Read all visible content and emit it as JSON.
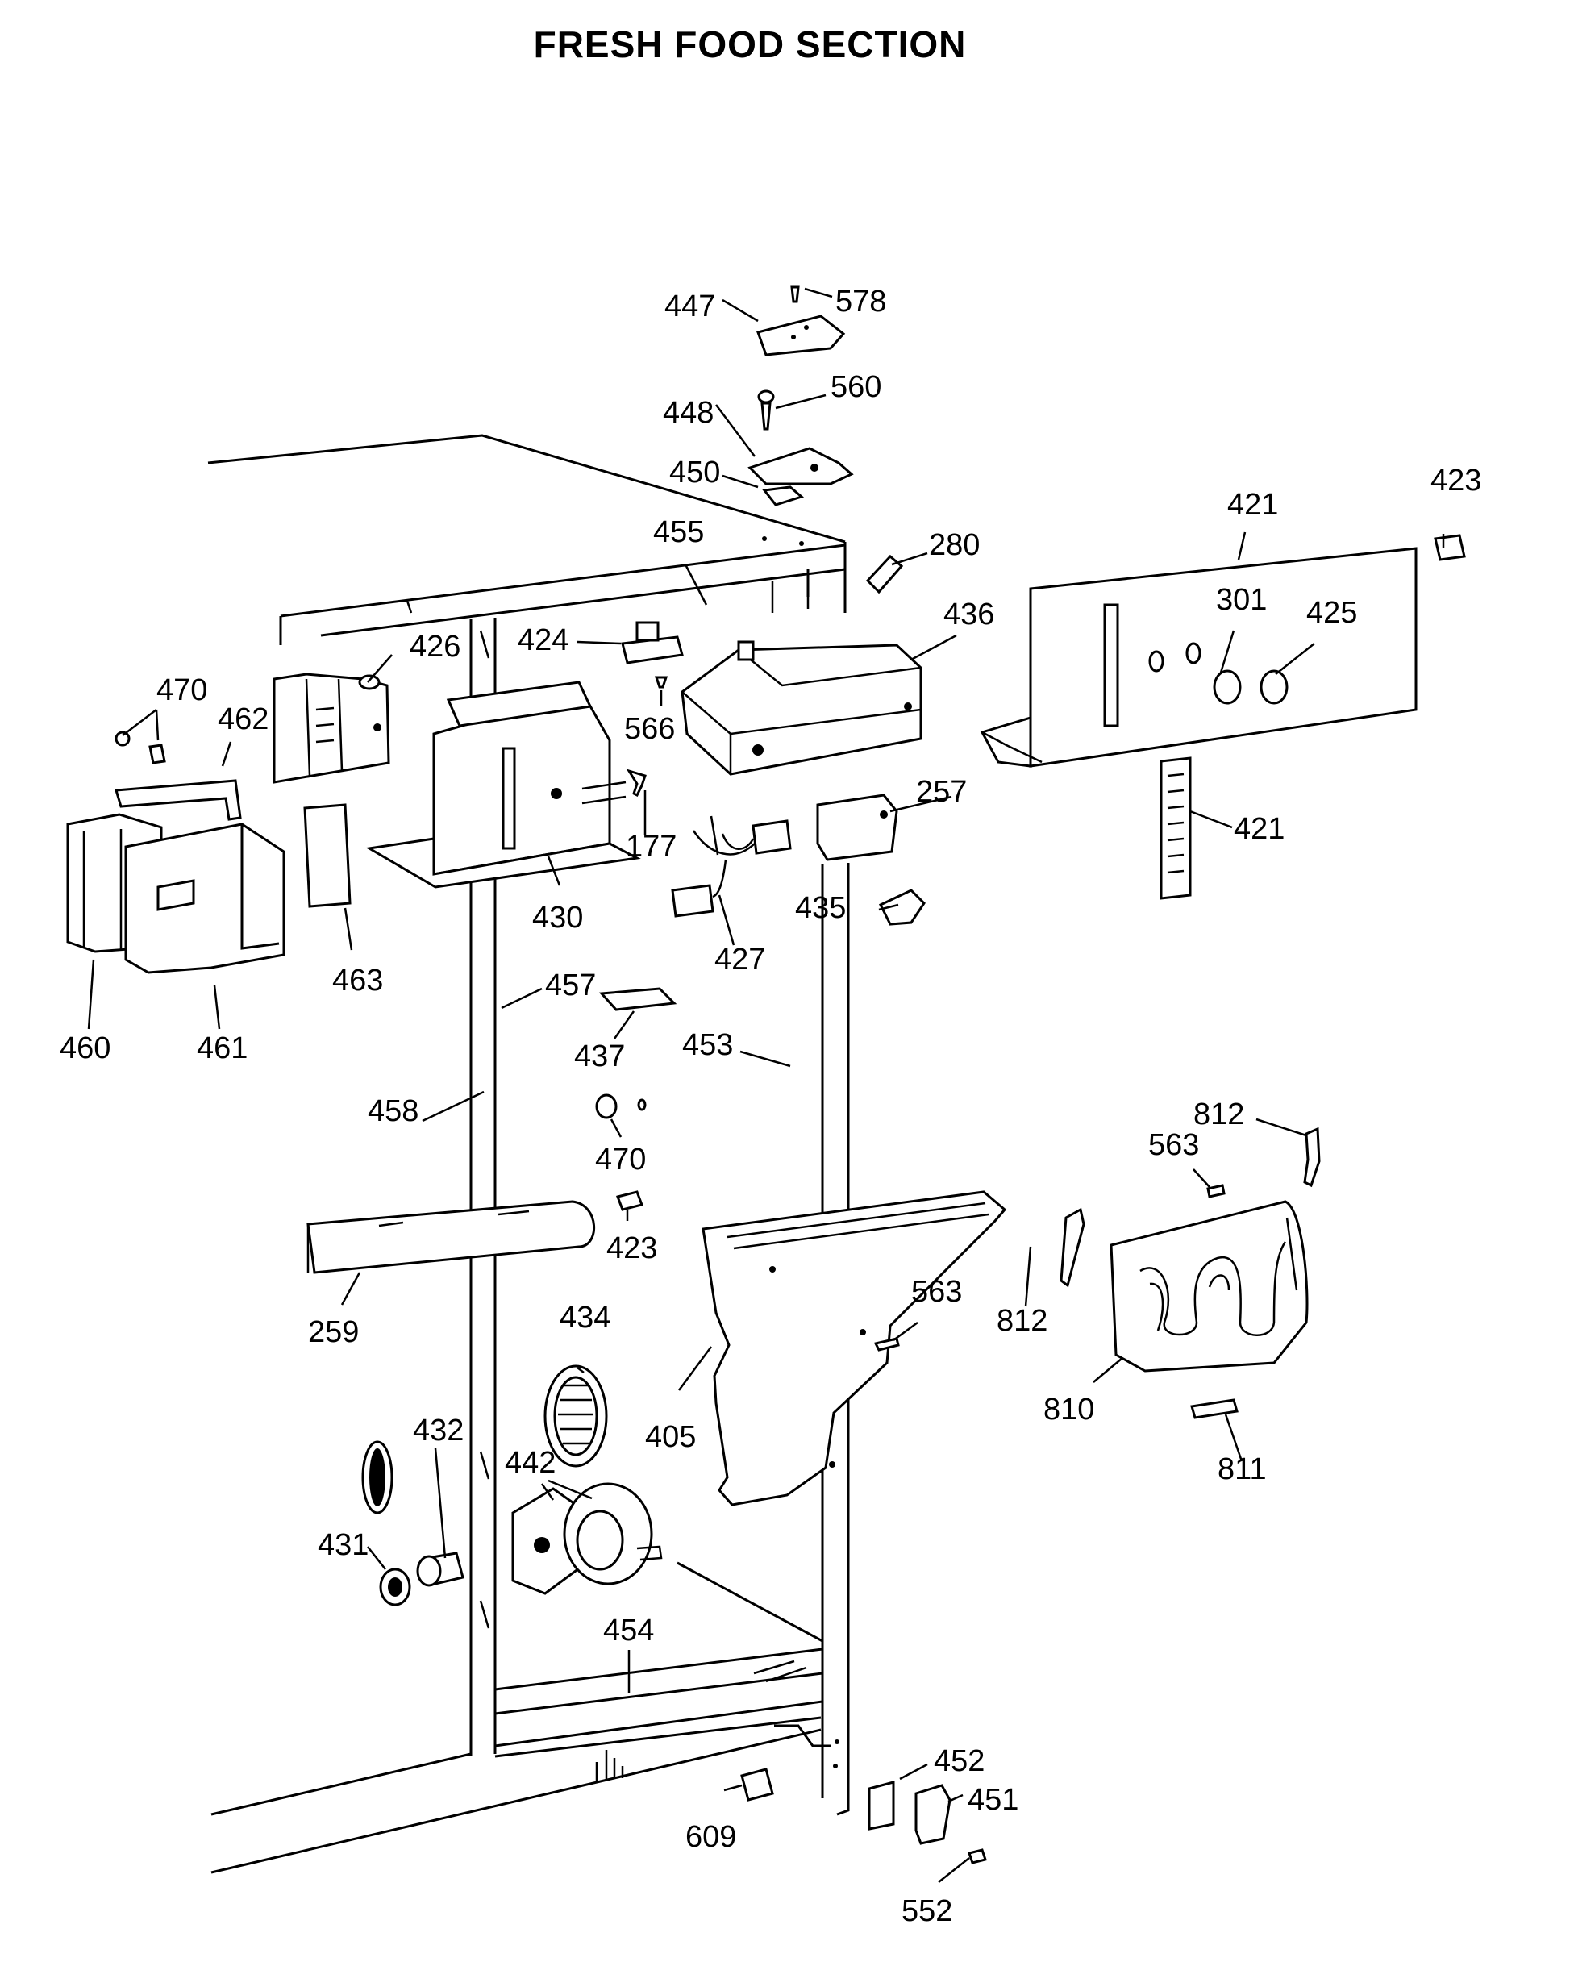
{
  "title": "FRESH FOOD SECTION",
  "labels": {
    "l405": "405",
    "l421a": "421",
    "l421b": "421",
    "l423a": "423",
    "l423b": "423",
    "l424": "424",
    "l425": "425",
    "l426": "426",
    "l427": "427",
    "l430": "430",
    "l431": "431",
    "l432": "432",
    "l434": "434",
    "l435": "435",
    "l436": "436",
    "l437": "437",
    "l442": "442",
    "l447": "447",
    "l448": "448",
    "l450": "450",
    "l451": "451",
    "l452": "452",
    "l453": "453",
    "l454": "454",
    "l455": "455",
    "l457": "457",
    "l458": "458",
    "l460": "460",
    "l461": "461",
    "l462": "462",
    "l463": "463",
    "l470a": "470",
    "l470b": "470",
    "l552": "552",
    "l560": "560",
    "l563a": "563",
    "l563b": "563",
    "l566": "566",
    "l578": "578",
    "l609": "609",
    "l177": "177",
    "l257": "257",
    "l259": "259",
    "l280": "280",
    "l301": "301",
    "l810": "810",
    "l811": "811",
    "l812a": "812",
    "l812b": "812"
  }
}
